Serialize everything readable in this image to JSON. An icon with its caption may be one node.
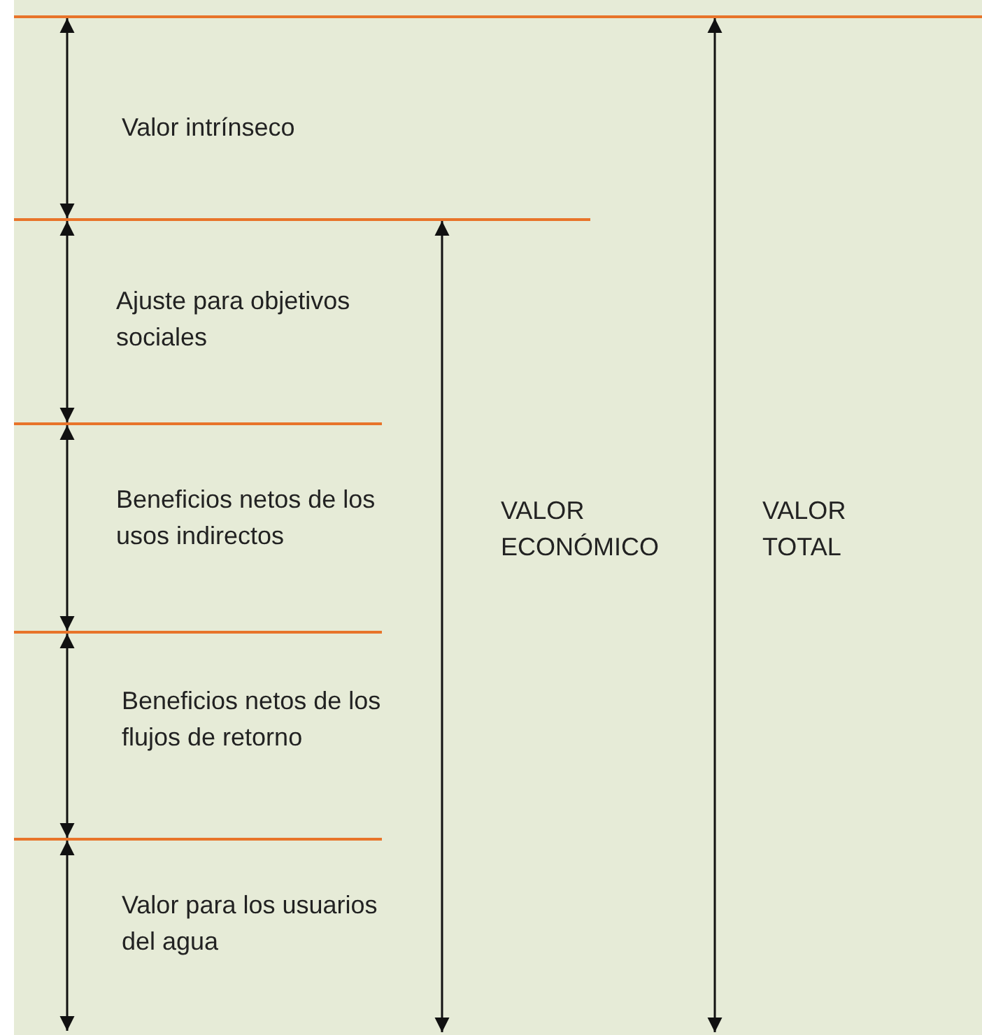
{
  "diagram": {
    "labels": [
      "Valor intrínseco",
      "Ajuste para objetivos sociales",
      "Beneficios netos de los usos indirectos",
      "Beneficios netos de los flujos de retorno",
      "Valor para los usuarios del agua",
      "VALOR ECONÓMICO",
      "VALOR TOTAL"
    ]
  }
}
